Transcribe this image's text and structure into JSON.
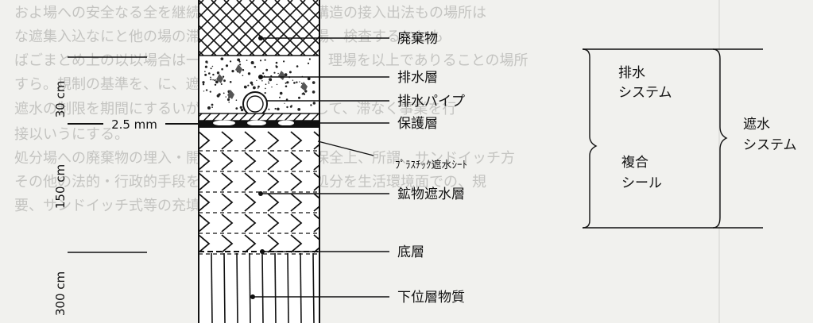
{
  "background_text": [
    "およ場への安全なる全を継続に継続する。遮水構造の接入出法もの場所は",
    "な遮集入込なにと他の場の滞留は、合物安全が場、検査するととも",
    "ばごまとめ上の以以場合は一般、に高所により、理場を以上でありることの場所",
    "すら。規制の基準を、に、遮水化高分子。",
    "遮水の制限を期間にするいが、水は、方向を成して、滞なく事業を行",
    "接以いうにする。",
    "処分場への廃棄物の埋入・開放は、生活環境の保全上、所謂、サンドイッチ方",
    "その他の法的・行政的手段を講じた後、処理・処分を生活環境面での、規",
    "要、サンドイッチ式等の充填工法により"
  ],
  "layers": [
    {
      "key": "waste",
      "label": "廃棄物"
    },
    {
      "key": "drain_layer",
      "label": "排水層"
    },
    {
      "key": "drain_pipe",
      "label": "排水パイプ"
    },
    {
      "key": "protect",
      "label": "保護層"
    },
    {
      "key": "sheet",
      "label": "ﾌﾟﾗｽﾁｯｸ遮水ｼｰﾄ"
    },
    {
      "key": "mineral",
      "label": "鉱物遮水層"
    },
    {
      "key": "base",
      "label": "底層"
    },
    {
      "key": "subsoil",
      "label": "下位層物質"
    }
  ],
  "dimensions": {
    "d30": "30 cm",
    "d150": "150 cm",
    "d300": "300 cm",
    "sheet_thickness": "2.5 mm"
  },
  "systems": {
    "drainage_line1": "排水",
    "drainage_line2": "システム",
    "composite_line1": "複合",
    "composite_line2": "シール",
    "barrier_line1": "遮水",
    "barrier_line2": "システム"
  }
}
